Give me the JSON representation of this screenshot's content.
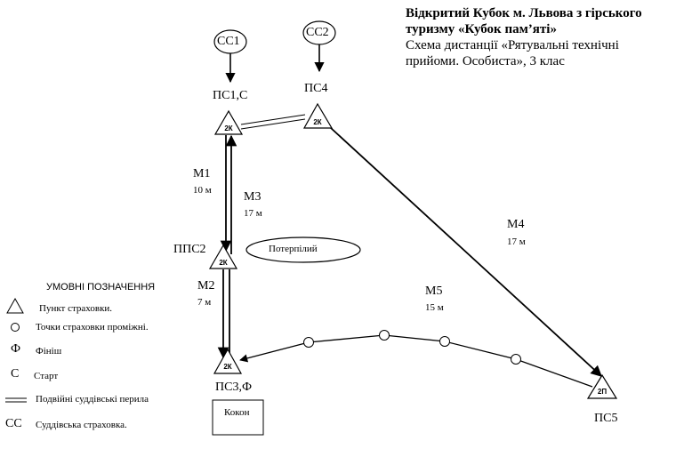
{
  "title": {
    "line1": "Відкритий Кубок м. Львова з гірського",
    "line2": "туризму «Кубок пам’яті»",
    "line3": "Схема дистанції «Рятувальні технічні",
    "line4": "прийоми. Особиста», 3 клас"
  },
  "nodes": {
    "cc1": "СС1",
    "cc2": "СС2",
    "ps1": "ПС1,С",
    "ps4": "ПС4",
    "pps2": "ППС2",
    "ps3": "ПС3,Ф",
    "ps5": "ПС5",
    "ps1_code": "2К",
    "ps4_code": "2К",
    "pps2_code": "2К",
    "ps3_code": "2К",
    "ps5_code": "2П"
  },
  "segments": {
    "m1_name": "М1",
    "m1_len": "10 м",
    "m2_name": "М2",
    "m2_len": "7 м",
    "m3_name": "М3",
    "m3_len": "17 м",
    "m4_name": "М4",
    "m4_len": "17 м",
    "m5_name": "М5",
    "m5_len": "15 м"
  },
  "victim": "Потерпілий",
  "cocoon": "Кокон",
  "legend": {
    "heading": "УМОВНІ ПОЗНАЧЕННЯ",
    "items": [
      {
        "symbol": "triangle",
        "text": "Пункт страховки."
      },
      {
        "symbol": "circle",
        "text": "Точки страховки проміжні."
      },
      {
        "symbol": "Ф",
        "text": "Фініш"
      },
      {
        "symbol": "С",
        "text": "Старт"
      },
      {
        "symbol": "double-line",
        "text": "Подвійні суддівські перила"
      },
      {
        "symbol": "СС",
        "text": "Суддівська страховка."
      }
    ]
  }
}
